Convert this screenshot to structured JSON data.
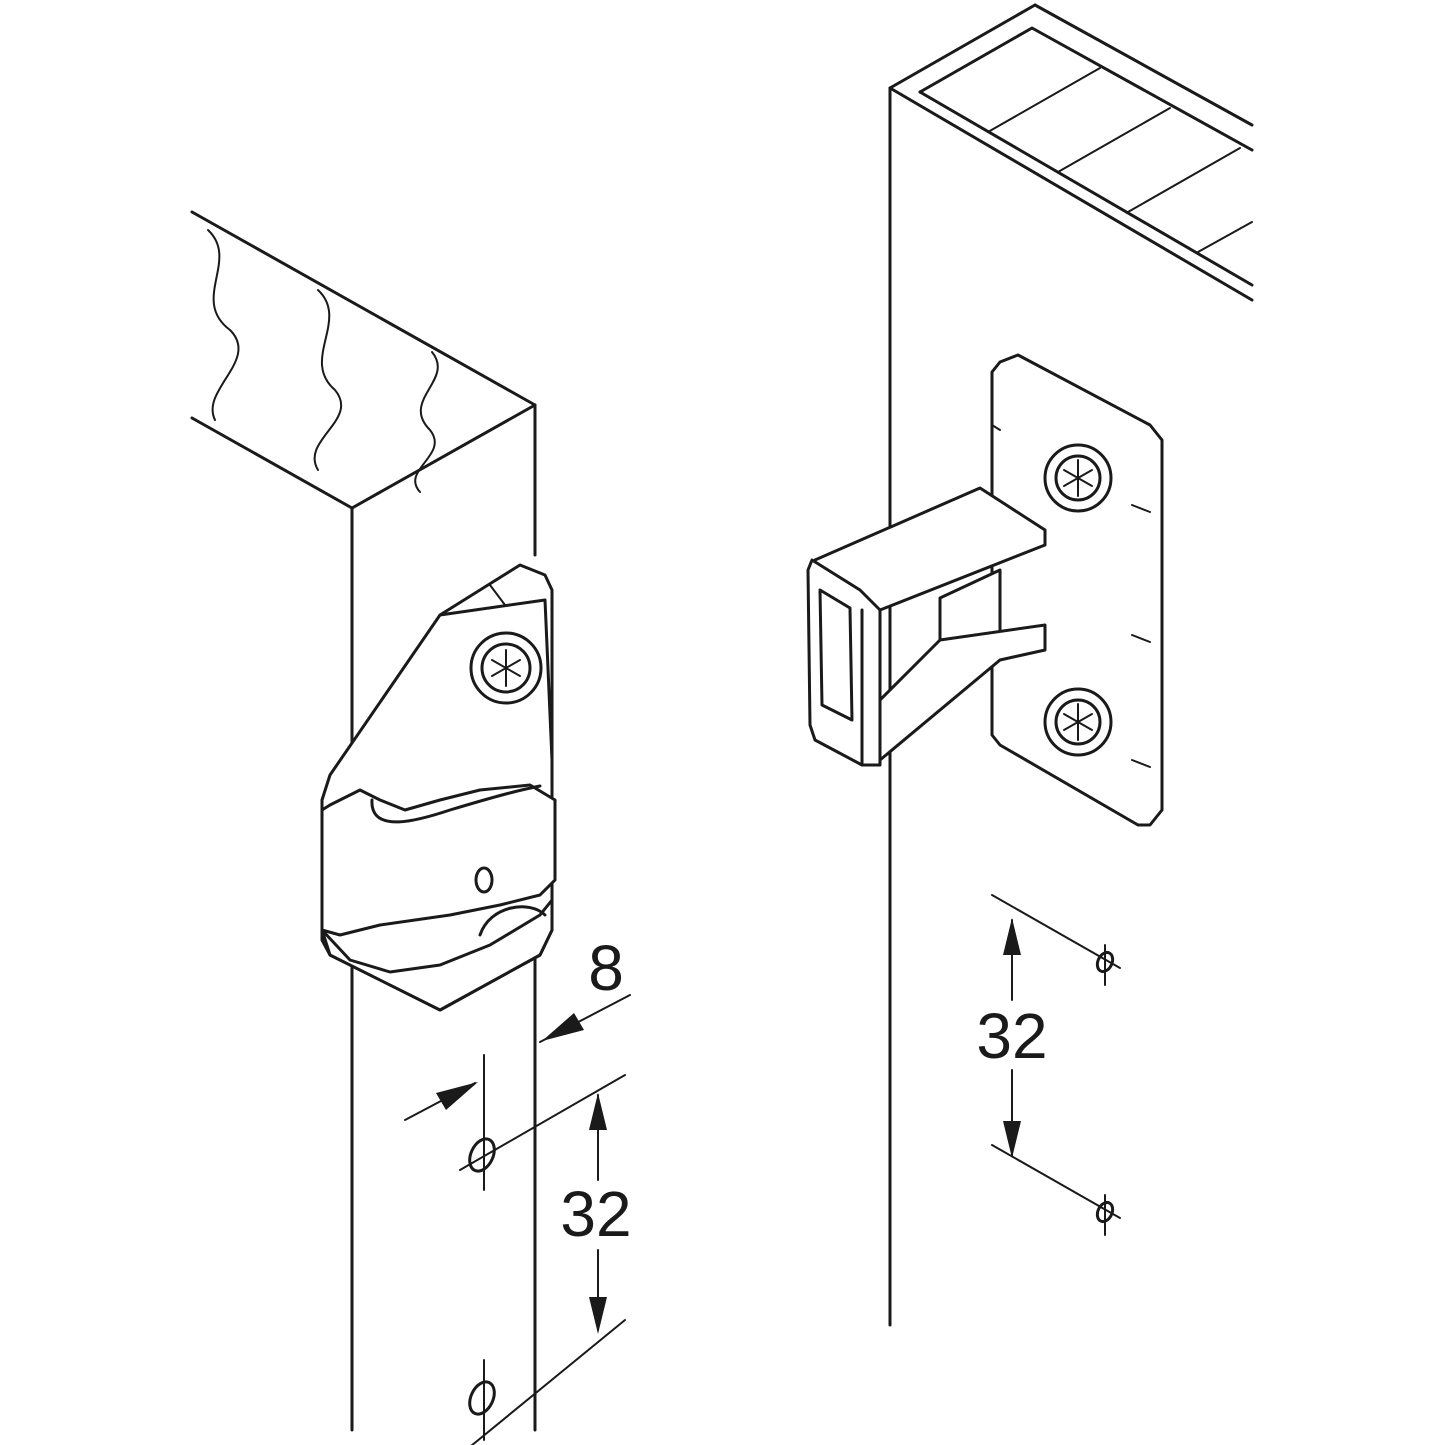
{
  "dimensions": {
    "left_offset": "8",
    "left_spacing": "32",
    "right_spacing": "32"
  },
  "colors": {
    "line": "#1a1a1a",
    "background": "#ffffff"
  }
}
